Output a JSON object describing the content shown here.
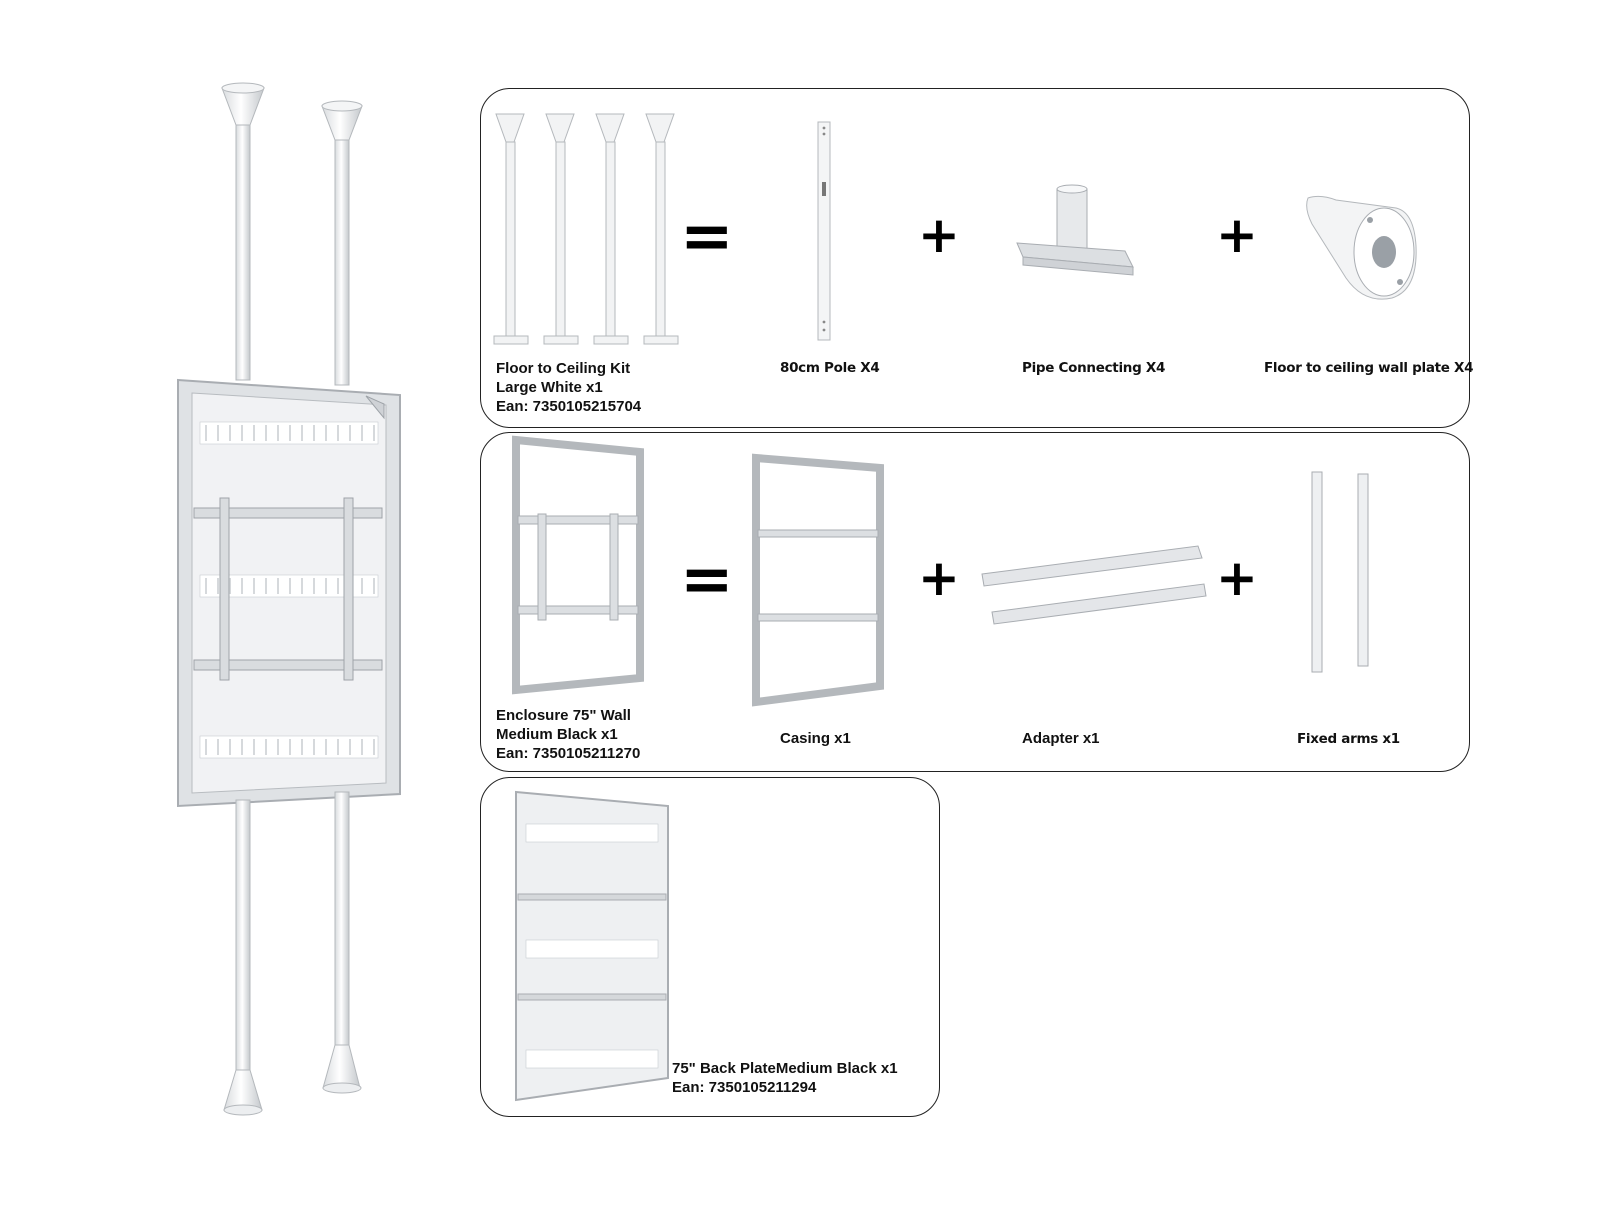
{
  "operators": {
    "equals": "=",
    "plus": "+"
  },
  "kit_row": {
    "main_label": [
      "Floor to Ceiling Kit",
      "Large White x1",
      "Ean: 7350105215704"
    ],
    "parts": [
      "80cm Pole X4",
      "Pipe Connecting X4",
      "Floor to ceiling wall plate X4"
    ]
  },
  "enclosure_row": {
    "main_label": [
      "Enclosure 75\" Wall",
      "Medium Black x1",
      "Ean: 7350105211270"
    ],
    "parts": [
      "Casing x1",
      "Adapter x1",
      "Fixed arms x1"
    ]
  },
  "backplate_row": {
    "main_label": [
      "75\" Back PlateMedium Black x1",
      "Ean: 7350105211294"
    ]
  },
  "colors": {
    "frame": "#c9ccd0",
    "panel_fill": "#eef0f2",
    "outline": "#222222"
  }
}
